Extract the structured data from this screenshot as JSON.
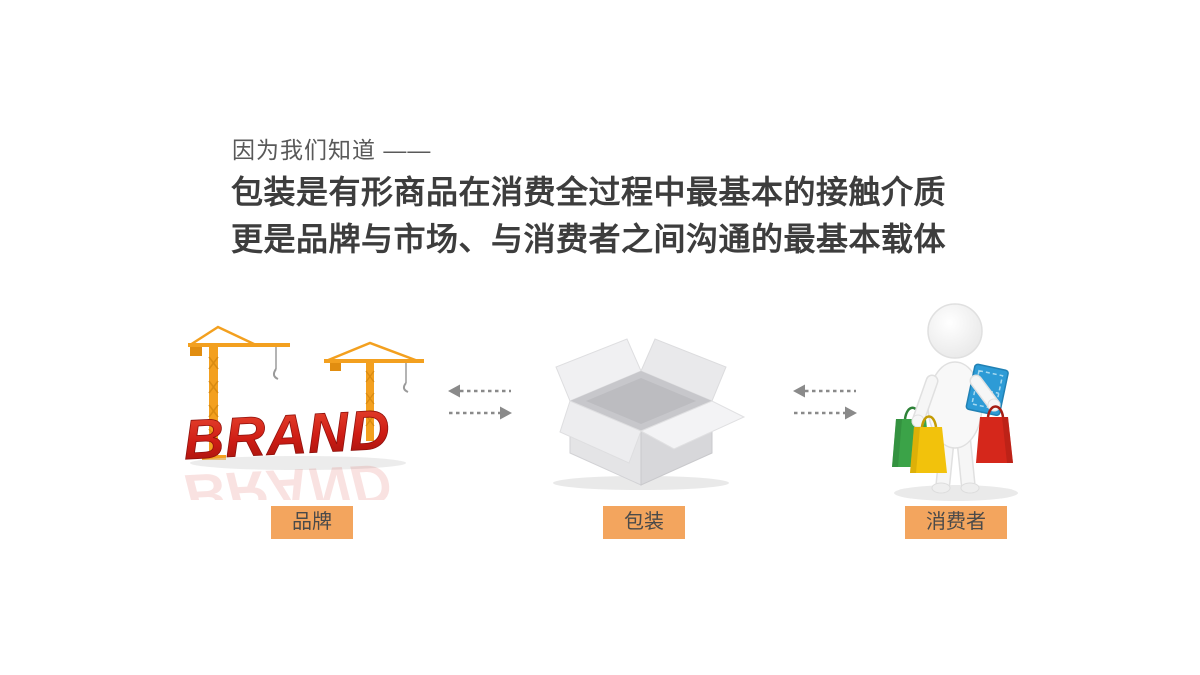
{
  "slide": {
    "intro_text": "因为我们知道 ——",
    "heading": {
      "line1": "包装是有形商品在消费全过程中最基本的接触介质",
      "line2": "更是品牌与市场、与消费者之间沟通的最基本载体"
    },
    "brand_word": "BRAND",
    "items": [
      {
        "label": "品牌",
        "icon": "brand-construction-cranes-illustration"
      },
      {
        "label": "包装",
        "icon": "open-cardboard-box-illustration"
      },
      {
        "label": "消费者",
        "icon": "shopper-with-bags-illustration"
      }
    ],
    "arrows": [
      {
        "name": "brand-packaging-bidirectional-arrow"
      },
      {
        "name": "packaging-consumer-bidirectional-arrow"
      }
    ],
    "colors": {
      "label_background": "#F3A55E",
      "label_text": "#4A4A4A",
      "heading_text": "#3D3D3D",
      "intro_text": "#595959",
      "arrow_gray": "#8A8A8A",
      "brand_red": "#CF1D15",
      "crane_orange": "#F3A01F",
      "bag_green": "#3BA348",
      "bag_yellow": "#F2C20C",
      "bag_red": "#D5271B",
      "item_blue": "#2D9BD6"
    }
  }
}
